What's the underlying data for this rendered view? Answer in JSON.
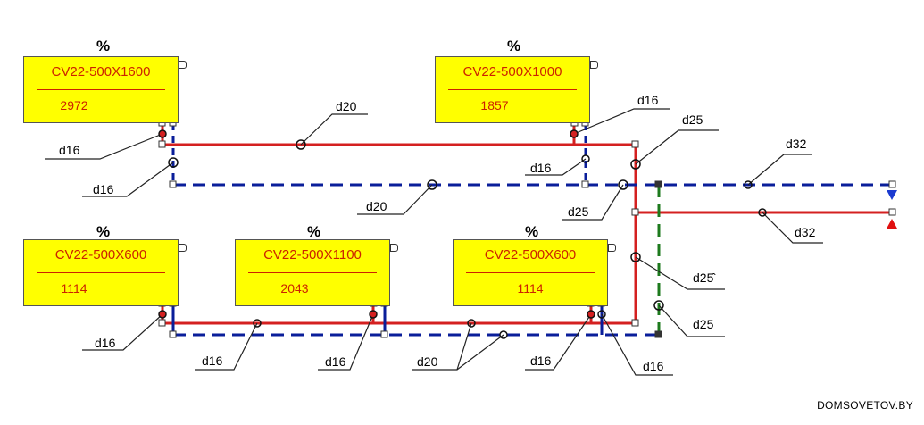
{
  "radiators": [
    {
      "marker": "%",
      "model": "CV22-500X1600",
      "power": "2972"
    },
    {
      "marker": "%",
      "model": "CV22-500X1000",
      "power": "1857"
    },
    {
      "marker": "%",
      "model": "CV22-500X600",
      "power": "1114"
    },
    {
      "marker": "%",
      "model": "CV22-500X1100",
      "power": "2043"
    },
    {
      "marker": "%",
      "model": "CV22-500X600",
      "power": "1114"
    }
  ],
  "labels": {
    "d20_top": "d20",
    "d16_tr": "d16",
    "d25_riser": "d25",
    "d32_ret": "d32",
    "d16_tl_supply": "d16",
    "d16_tl_return": "d16",
    "d16_mid_return": "d16",
    "d20_mid": "d20",
    "d25_mid": "d25",
    "d32_sup": "d32",
    "d25_riser2": "d25̂",
    "d25_green": "d25",
    "d16_bl": "d16",
    "d16_b2": "d16",
    "d16_b3": "d16",
    "d20_bot": "d20",
    "d16_b4": "d16",
    "d16_b5": "d16"
  },
  "colors": {
    "supply": "#d42020",
    "return": "#0a1e9a",
    "bypass": "#1d7a1d",
    "radiator": "#ffff00",
    "text_red": "#cc2200"
  },
  "watermark": "DOMSOVETOV.BY"
}
